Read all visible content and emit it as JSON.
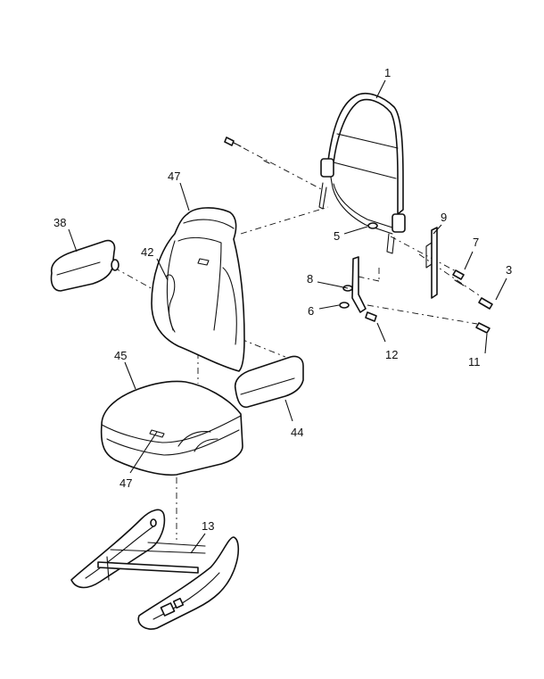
{
  "callouts": {
    "c1": "1",
    "c3": "3",
    "c5": "5",
    "c6": "6",
    "c7": "7",
    "c8": "8",
    "c9": "9",
    "c11": "11",
    "c12": "12",
    "c13": "13",
    "c38": "38",
    "c42": "42",
    "c44": "44",
    "c45": "45",
    "c47a": "47",
    "c47b": "47"
  }
}
